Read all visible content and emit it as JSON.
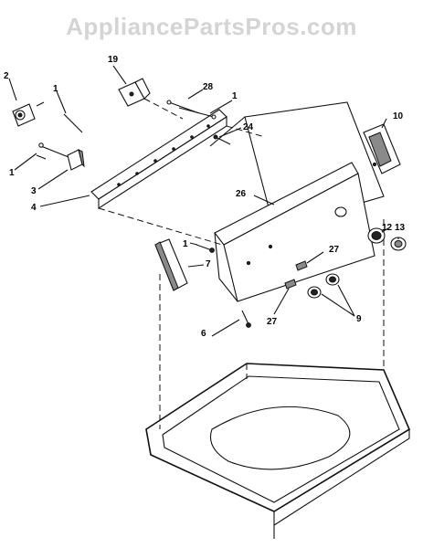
{
  "watermark": "AppliancePartsPros.com",
  "callouts": {
    "c1a": "1",
    "c1b": "1",
    "c1c": "1",
    "c1d": "1",
    "c2": "2",
    "c3": "3",
    "c4": "4",
    "c6": "6",
    "c7": "7",
    "c9": "9",
    "c10": "10",
    "c12": "12",
    "c13": "13",
    "c19": "19",
    "c24": "24",
    "c26": "26",
    "c27a": "27",
    "c27b": "27",
    "c28": "28"
  }
}
